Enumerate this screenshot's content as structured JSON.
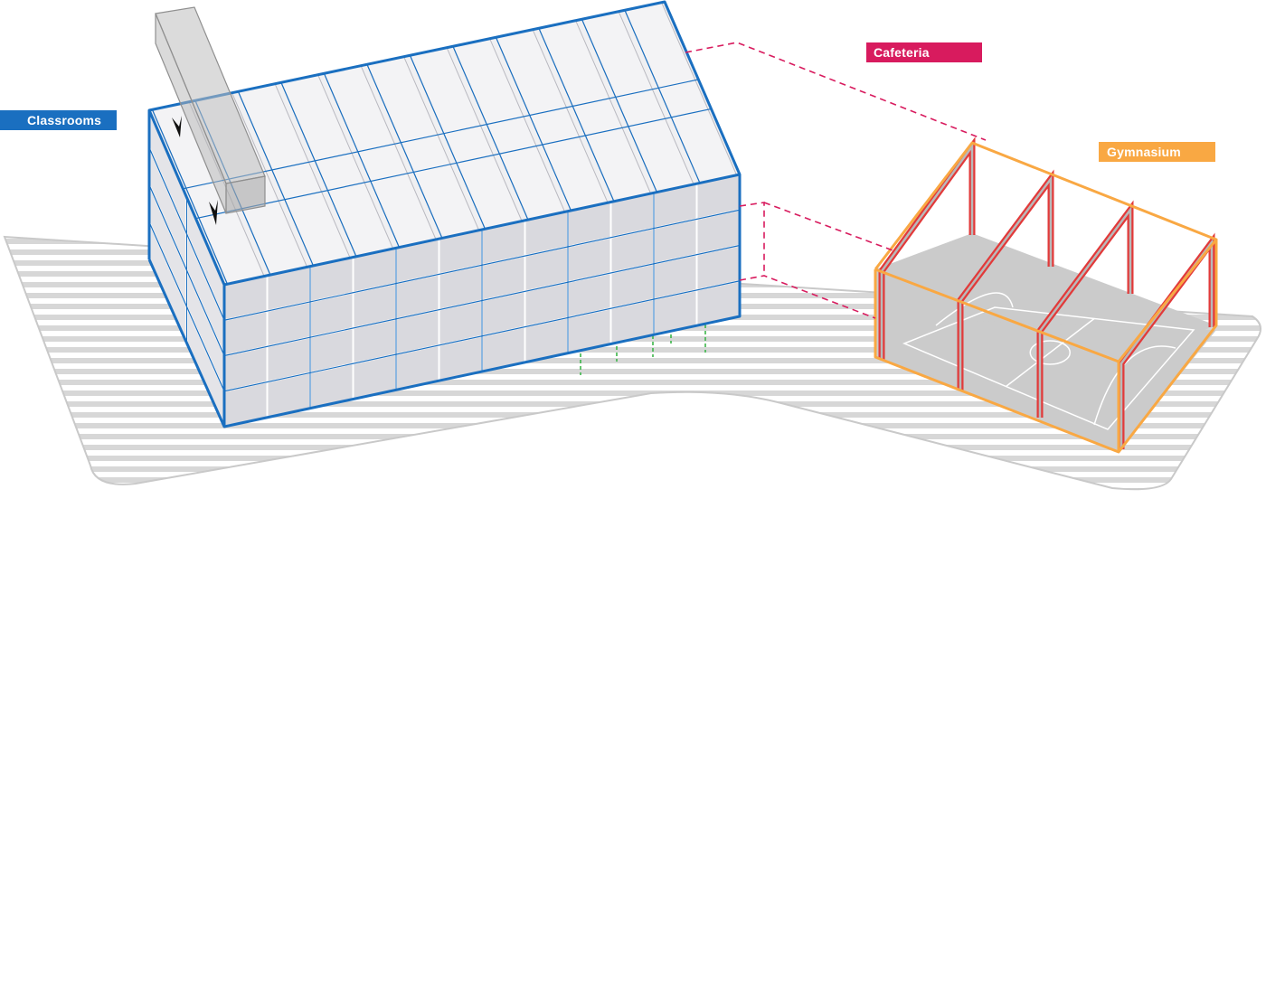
{
  "labels": {
    "classrooms": "Classrooms",
    "cafeteria": "Cafeteria",
    "gymnasium": "Gymnasium"
  },
  "colors": {
    "classrooms": "#1a6fc0",
    "cafeteria": "#d81b5e",
    "gymnasium": "#f9a843",
    "gym_frame": "#e23a3a",
    "trees": "#3db54a",
    "site_stripes": "#d7d7d7",
    "building_fill": "#f0f0f2",
    "building_panel": "#d9d9de",
    "gym_floor": "#cbcbcb",
    "court_lines": "#ffffff",
    "arrow": "#111111"
  },
  "icons": {
    "entrance_arrows": "chevron-down-arrow-icon",
    "trees": "tree-icon"
  }
}
